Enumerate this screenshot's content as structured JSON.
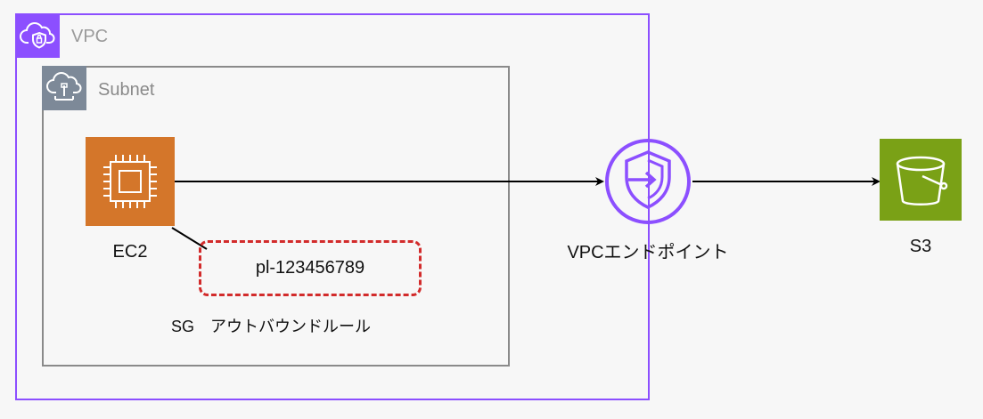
{
  "vpc": {
    "label": "VPC",
    "icon": "vpc-cloud-shield-icon",
    "border_color": "#8c4fff"
  },
  "subnet": {
    "label": "Subnet",
    "icon": "subnet-cloud-network-icon",
    "border_color": "#8a8a8a"
  },
  "ec2": {
    "label": "EC2",
    "icon": "ec2-chip-icon",
    "color": "#d4762a"
  },
  "security_group": {
    "prefix_list": "pl-123456789",
    "caption": "SG　アウトバウンドルール",
    "border_color": "#d22b2b"
  },
  "vpc_endpoint": {
    "label": "VPCエンドポイント",
    "icon": "vpc-endpoint-shield-icon",
    "color": "#8c4fff"
  },
  "s3": {
    "label": "S3",
    "icon": "s3-bucket-icon",
    "color": "#7aa116"
  }
}
